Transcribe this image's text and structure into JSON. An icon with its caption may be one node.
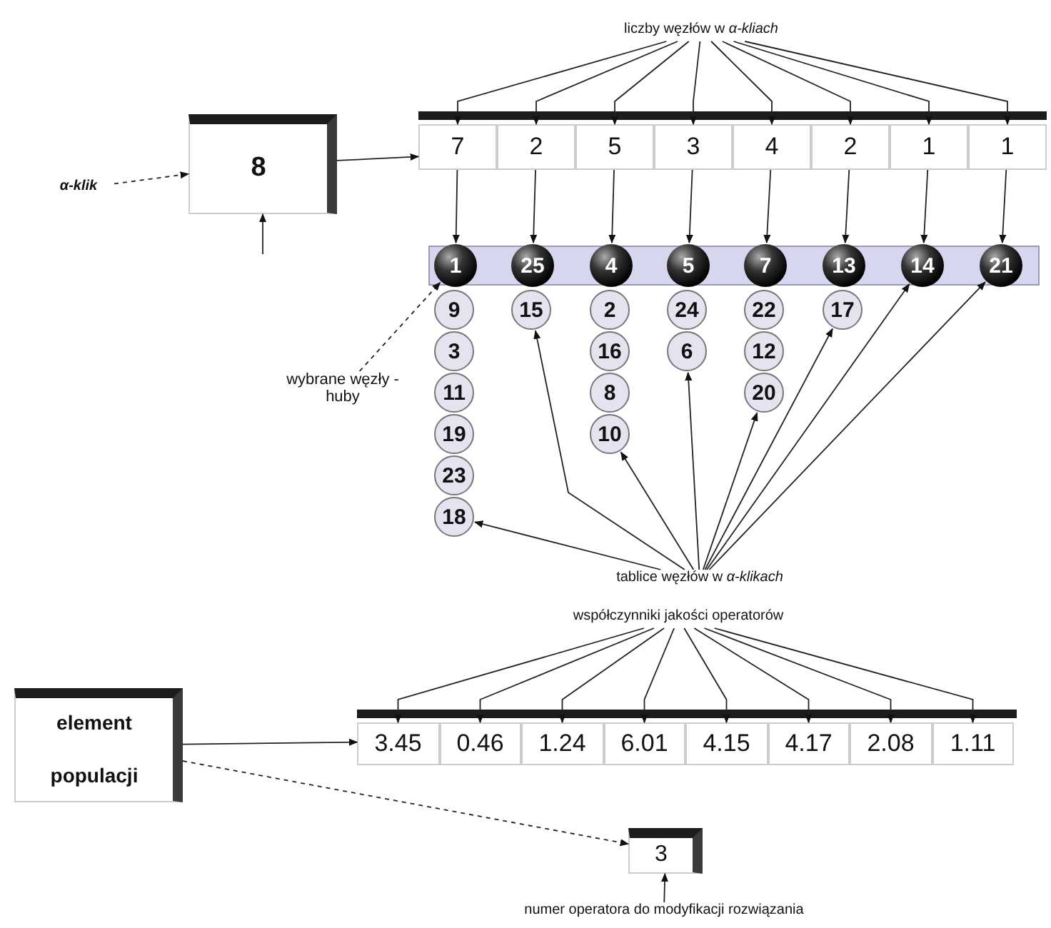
{
  "diagram": {
    "nodes": [
      {
        "text": [
          "liczby węzłów w *α-kliach*"
        ]
      },
      {
        "text": [
          "α-klik"
        ]
      },
      {
        "text": [
          "8"
        ]
      },
      {
        "text": [],
        "shape": "box"
      },
      {
        "text": [
          "7"
        ],
        "in": 3
      },
      {
        "text": [
          "2"
        ],
        "in": 3
      },
      {
        "text": [
          "5"
        ],
        "in": 3
      },
      {
        "text": [
          "3"
        ],
        "in": 3
      },
      {
        "text": [
          "4"
        ],
        "in": 3
      },
      {
        "text": [
          "2"
        ],
        "in": 3
      },
      {
        "text": [
          "1"
        ],
        "in": 3
      },
      {
        "text": [
          "1"
        ],
        "in": 3
      },
      {
        "text": [],
        "shape": "bar"
      },
      {
        "text": [
          "1"
        ],
        "in": 12
      },
      {
        "text": [
          "25"
        ],
        "in": 12
      },
      {
        "text": [
          "4"
        ],
        "in": 12
      },
      {
        "text": [
          "5"
        ],
        "in": 12
      },
      {
        "text": [
          "7"
        ],
        "in": 12
      },
      {
        "text": [
          "13"
        ],
        "in": 12
      },
      {
        "text": [
          "14"
        ],
        "in": 12
      },
      {
        "text": [
          "21"
        ],
        "in": 12
      },
      {
        "text": [
          "9"
        ]
      },
      {
        "text": [
          "3"
        ]
      },
      {
        "text": [
          "11"
        ]
      },
      {
        "text": [
          "19"
        ]
      },
      {
        "text": [
          "23"
        ]
      },
      {
        "text": [
          "18"
        ]
      },
      {
        "text": [
          "15"
        ]
      },
      {
        "text": [
          "2"
        ]
      },
      {
        "text": [
          "16"
        ]
      },
      {
        "text": [
          "8"
        ]
      },
      {
        "text": [
          "10"
        ]
      },
      {
        "text": [
          "24"
        ]
      },
      {
        "text": [
          "6"
        ]
      },
      {
        "text": [
          "22"
        ]
      },
      {
        "text": [
          "12"
        ]
      },
      {
        "text": [
          "20"
        ]
      },
      {
        "text": [
          "17"
        ]
      },
      {
        "text": [
          "wybrane węzły - huby"
        ]
      },
      {
        "text": [
          "tablice węzłów w *α-klikach*"
        ]
      },
      {
        "text": [
          "współczynniki jakości operatorów"
        ]
      },
      {
        "text": [],
        "shape": "box"
      },
      {
        "text": [
          "3.45"
        ],
        "in": 41
      },
      {
        "text": [
          "0.46"
        ],
        "in": 41
      },
      {
        "text": [
          "1.24"
        ],
        "in": 41
      },
      {
        "text": [
          "6.01"
        ],
        "in": 41
      },
      {
        "text": [
          "4.15"
        ],
        "in": 41
      },
      {
        "text": [
          "4.17"
        ],
        "in": 41
      },
      {
        "text": [
          "2.08"
        ],
        "in": 41
      },
      {
        "text": [
          "1.11"
        ],
        "in": 41
      },
      {
        "text": [
          "element populacji"
        ]
      },
      {
        "text": [
          "3"
        ]
      },
      {
        "text": [
          "numer operatora do modyfikacji rozwiązania"
        ]
      }
    ],
    "edges": [
      {
        "from": 0,
        "to": 4,
        "arrow": "to"
      },
      {
        "from": 0,
        "to": 5,
        "arrow": "to"
      },
      {
        "from": 0,
        "to": 6,
        "arrow": "to"
      },
      {
        "from": 0,
        "to": 7,
        "arrow": "to"
      },
      {
        "from": 0,
        "to": 8,
        "arrow": "to"
      },
      {
        "from": 0,
        "to": 9,
        "arrow": "to"
      },
      {
        "from": 0,
        "to": 10,
        "arrow": "to"
      },
      {
        "from": 0,
        "to": 11,
        "arrow": "to"
      },
      {
        "from": 1,
        "to": 2,
        "arrow": "to",
        "style": "dashed"
      },
      {
        "from": 2,
        "to": 3,
        "arrow": "to"
      },
      {
        "from": null,
        "to": 2,
        "arrow": "to"
      },
      {
        "from": 4,
        "to": 13,
        "arrow": "to"
      },
      {
        "from": 5,
        "to": 14,
        "arrow": "to"
      },
      {
        "from": 6,
        "to": 15,
        "arrow": "to"
      },
      {
        "from": 7,
        "to": 16,
        "arrow": "to"
      },
      {
        "from": 8,
        "to": 17,
        "arrow": "to"
      },
      {
        "from": 9,
        "to": 18,
        "arrow": "to"
      },
      {
        "from": 10,
        "to": 19,
        "arrow": "to"
      },
      {
        "from": 11,
        "to": 20,
        "arrow": "to"
      },
      {
        "from": 38,
        "to": 13,
        "arrow": "to",
        "style": "dashed"
      },
      {
        "from": 39,
        "to": 26,
        "arrow": "to"
      },
      {
        "from": 39,
        "to": 27,
        "arrow": "to"
      },
      {
        "from": 39,
        "to": 31,
        "arrow": "to"
      },
      {
        "from": 39,
        "to": 33,
        "arrow": "to"
      },
      {
        "from": 39,
        "to": 36,
        "arrow": "to"
      },
      {
        "from": 39,
        "to": 37,
        "arrow": "to"
      },
      {
        "from": 39,
        "to": 19,
        "arrow": "to"
      },
      {
        "from": 39,
        "to": 20,
        "arrow": "to"
      },
      {
        "from": 40,
        "to": 42,
        "arrow": "to"
      },
      {
        "from": 40,
        "to": 43,
        "arrow": "to"
      },
      {
        "from": 40,
        "to": 44,
        "arrow": "to"
      },
      {
        "from": 40,
        "to": 45,
        "arrow": "to"
      },
      {
        "from": 40,
        "to": 46,
        "arrow": "to"
      },
      {
        "from": 40,
        "to": 47,
        "arrow": "to"
      },
      {
        "from": 40,
        "to": 48,
        "arrow": "to"
      },
      {
        "from": 40,
        "to": 49,
        "arrow": "to"
      },
      {
        "from": 50,
        "to": 41,
        "arrow": "to"
      },
      {
        "from": 50,
        "to": 51,
        "arrow": "to",
        "style": "dashed"
      },
      {
        "from": 52,
        "to": 51,
        "arrow": "to"
      }
    ]
  }
}
